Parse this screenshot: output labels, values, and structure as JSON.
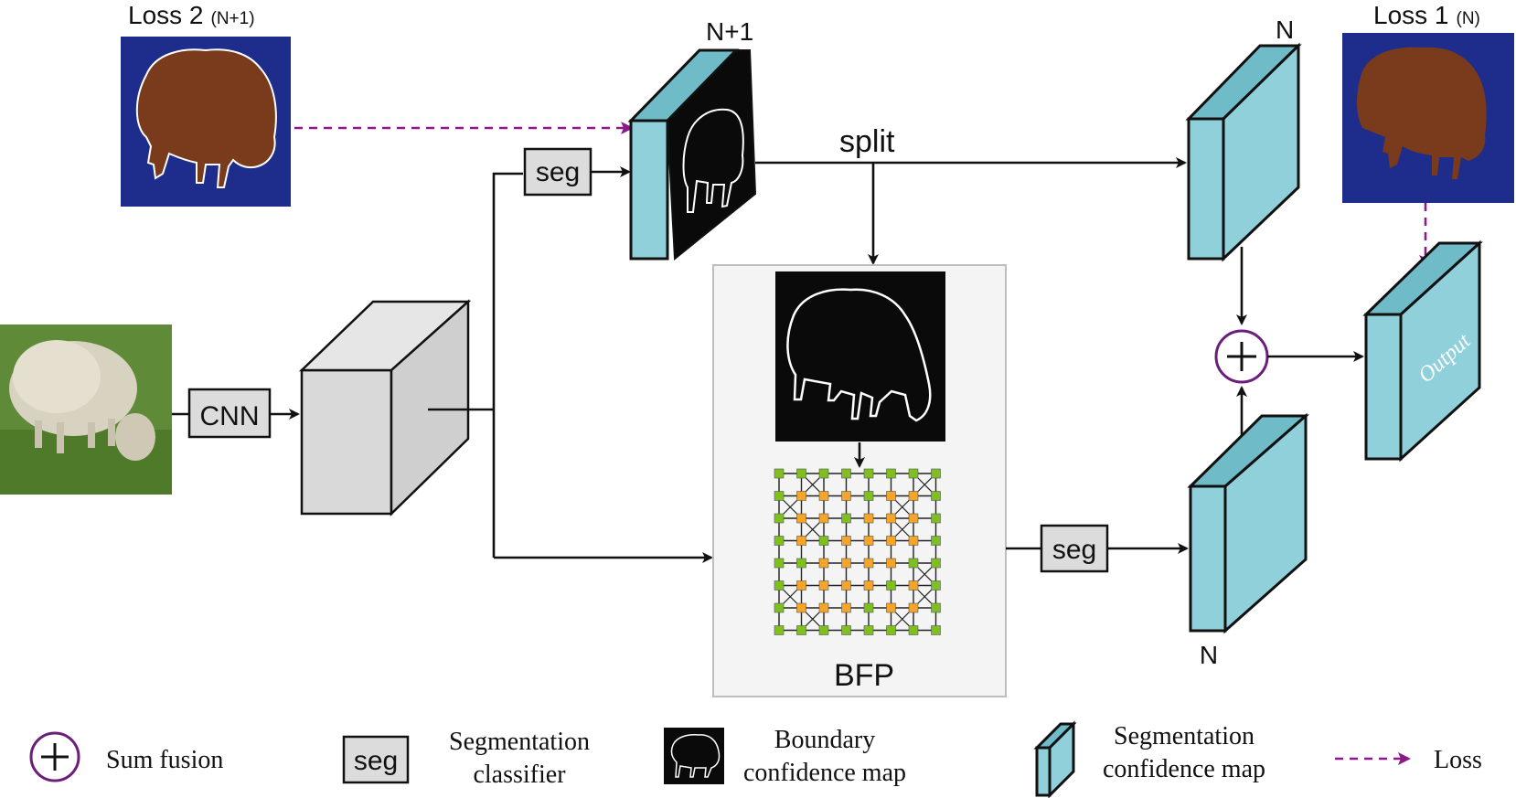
{
  "labels": {
    "loss2": "Loss 2",
    "loss2_sub": "(N+1)",
    "loss1": "Loss 1",
    "loss1_sub": "(N)",
    "n_plus_1": "N+1",
    "n_top": "N",
    "n_bottom": "N",
    "split": "split",
    "seg_top": "seg",
    "seg_bottom": "seg",
    "cnn": "CNN",
    "bfp": "BFP",
    "output": "Output",
    "sum": "+"
  },
  "legend": {
    "sum_fusion": "Sum fusion",
    "seg_box": "seg",
    "seg_classifier_line1": "Segmentation",
    "seg_classifier_line2": "classifier",
    "boundary_line1": "Boundary",
    "boundary_line2": "confidence map",
    "segmap_line1": "Segmentation",
    "segmap_line2": "confidence map",
    "loss": "Loss"
  },
  "colors": {
    "cyan": "#8fd0da",
    "navy": "#1e2d8c",
    "brown": "#7a3a1c",
    "loss_arrow": "#8a1a8a",
    "grid_green": "#7fbf1f",
    "grid_orange": "#f4a52a",
    "sum_circle": "#6b1f7a"
  },
  "icons": [
    "sum-fusion-icon",
    "sheep-photo",
    "sheep-silhouette",
    "boundary-map",
    "graph-grid-icon"
  ]
}
